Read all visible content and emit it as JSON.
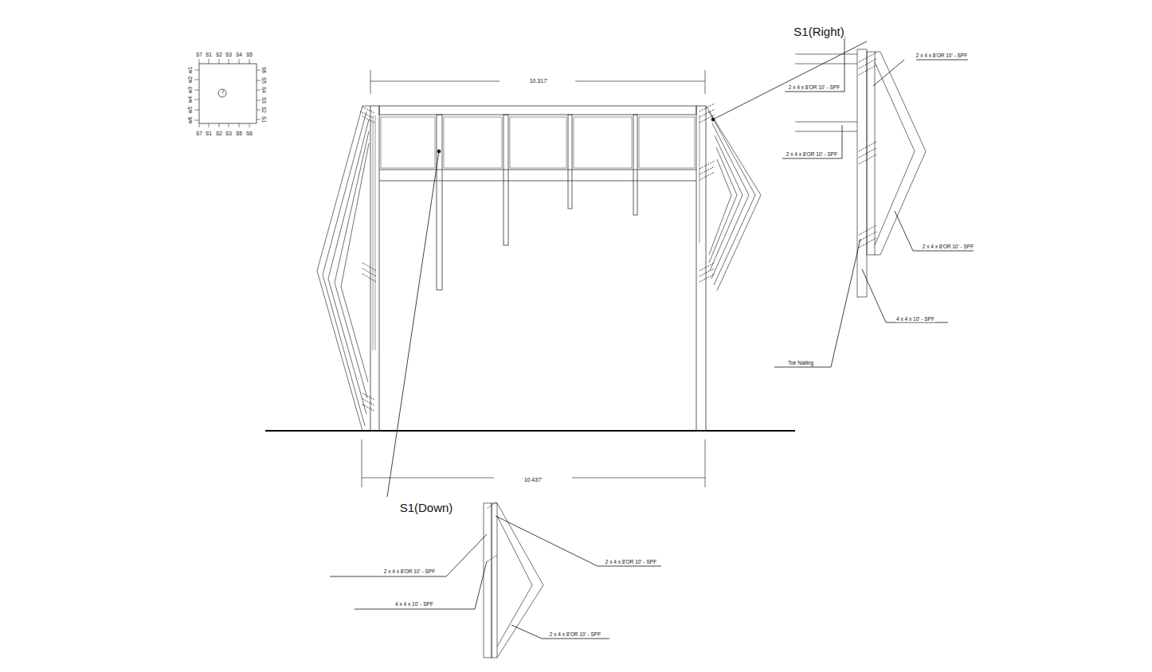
{
  "diagram": {
    "labels": [
      "S7",
      "S1",
      "S2",
      "S3",
      "S4",
      "S5",
      "S6",
      "S5",
      "S4",
      "S3",
      "S2",
      "S1",
      "S7",
      "S1",
      "S2",
      "S3",
      "S5",
      "S6",
      "w1",
      "w2",
      "w3",
      "w4",
      "w5",
      "w6",
      "10.317'",
      "10.437'",
      "S1(Right)",
      "S1(Down)",
      "2 x 4 x 8'OR 10' - SPF",
      "2 x 4 x 8'OR 10' - SPF",
      "2 x 4 x 8'OR 10' - SPF",
      "2 x 4 x 8'OR 10' - SPF",
      "4 x 4 x 10' - SPF",
      "Toe Nailing",
      "2 x 4 x 8'OR 10' - SPF",
      "4 x 4 x 10' - SPF",
      "2 x 4 x 8'OR 10' - SPF",
      "2 x 4 x 8'OR 10' - SPF"
    ]
  }
}
